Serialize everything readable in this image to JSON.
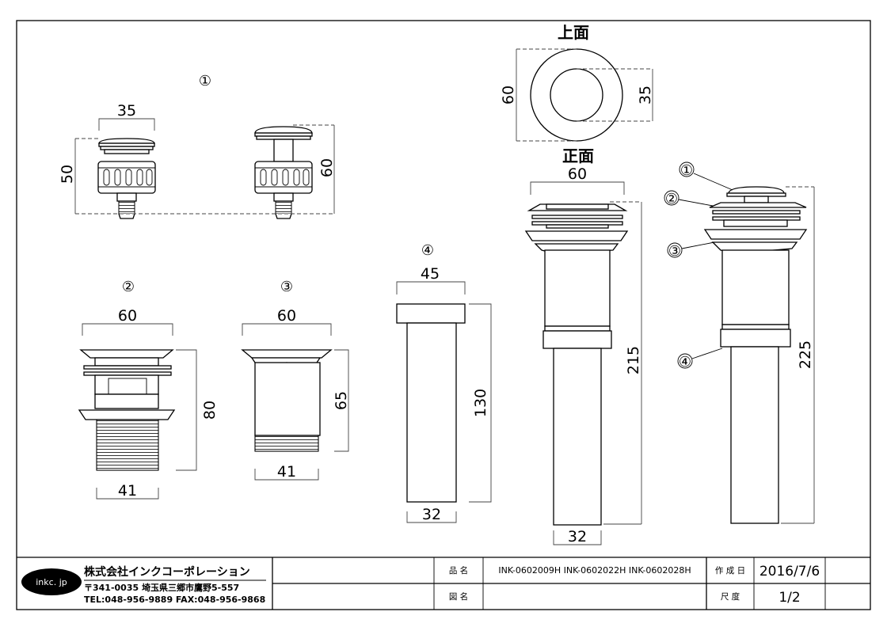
{
  "views": {
    "top": "上面",
    "front": "正面"
  },
  "parts": {
    "p1": "①",
    "p2": "②",
    "p3": "③",
    "p4": "④"
  },
  "dims": {
    "p1_width": "35",
    "p1_closed_h": "50",
    "p1_open_h": "60",
    "p2_top": "60",
    "p2_h": "80",
    "p2_bottom": "41",
    "p3_top": "60",
    "p3_h": "65",
    "p3_bottom": "41",
    "p4_top": "45",
    "p4_h": "130",
    "p4_bottom": "32",
    "top_outer": "60",
    "top_inner": "35",
    "front_top": "60",
    "front_h": "215",
    "front_bottom": "32",
    "assembly_h": "225"
  },
  "title_block": {
    "logo": "inkc. jp",
    "company": "株式会社インクコーポレーション",
    "address": "〒341-0035 埼玉県三郷市鷹野5-557",
    "contact": "TEL:048-956-9889 FAX:048-956-9868",
    "product_label": "品 名",
    "product_value": "INK-0602009H  INK-0602022H  INK-0602028H",
    "drawing_label": "図 名",
    "date_label": "作 成 日",
    "date_value": "2016/7/6",
    "scale_label": "尺 度",
    "scale_value": "1/2"
  }
}
